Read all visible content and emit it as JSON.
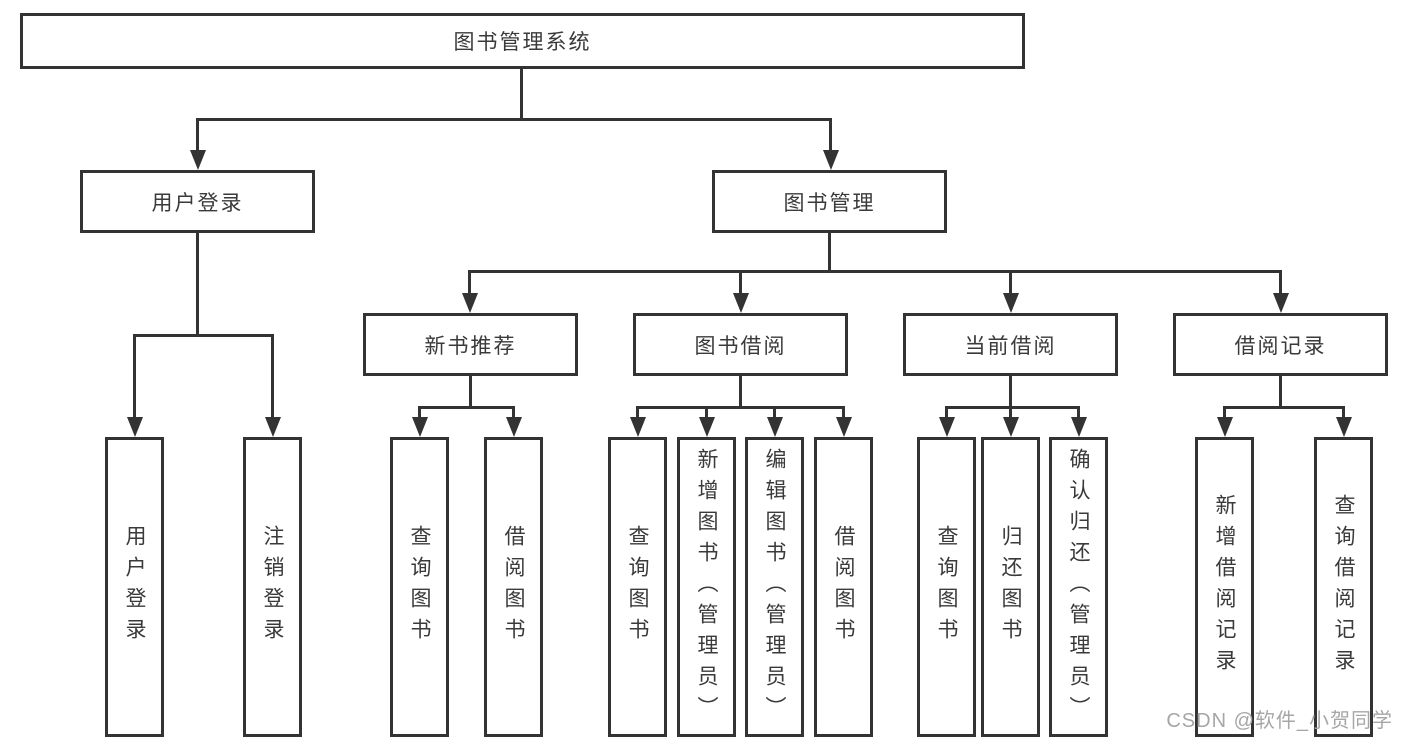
{
  "diagram_type": "function-structure-tree",
  "colors": {
    "background": "#ffffff",
    "box_border": "#333333",
    "connector_line": "#333333",
    "text": "#3a3a3a",
    "watermark_text": "#a6a6a6"
  },
  "tree": {
    "label": "图书管理系统",
    "children": [
      {
        "label": "用户登录",
        "children": [
          {
            "label": "用户登录"
          },
          {
            "label": "注销登录"
          }
        ]
      },
      {
        "label": "图书管理",
        "children": [
          {
            "label": "新书推荐",
            "children": [
              {
                "label": "查询图书"
              },
              {
                "label": "借阅图书"
              }
            ]
          },
          {
            "label": "图书借阅",
            "children": [
              {
                "label": "查询图书"
              },
              {
                "label": "新增图书（管理员）"
              },
              {
                "label": "编辑图书（管理员）"
              },
              {
                "label": "借阅图书"
              }
            ]
          },
          {
            "label": "当前借阅",
            "children": [
              {
                "label": "查询图书"
              },
              {
                "label": "归还图书"
              },
              {
                "label": "确认归还（管理员）"
              }
            ]
          },
          {
            "label": "借阅记录",
            "children": [
              {
                "label": "新增借阅记录"
              },
              {
                "label": "查询借阅记录"
              }
            ]
          }
        ]
      }
    ]
  },
  "watermark": {
    "text": "CSDN @软件_小贺同学"
  }
}
